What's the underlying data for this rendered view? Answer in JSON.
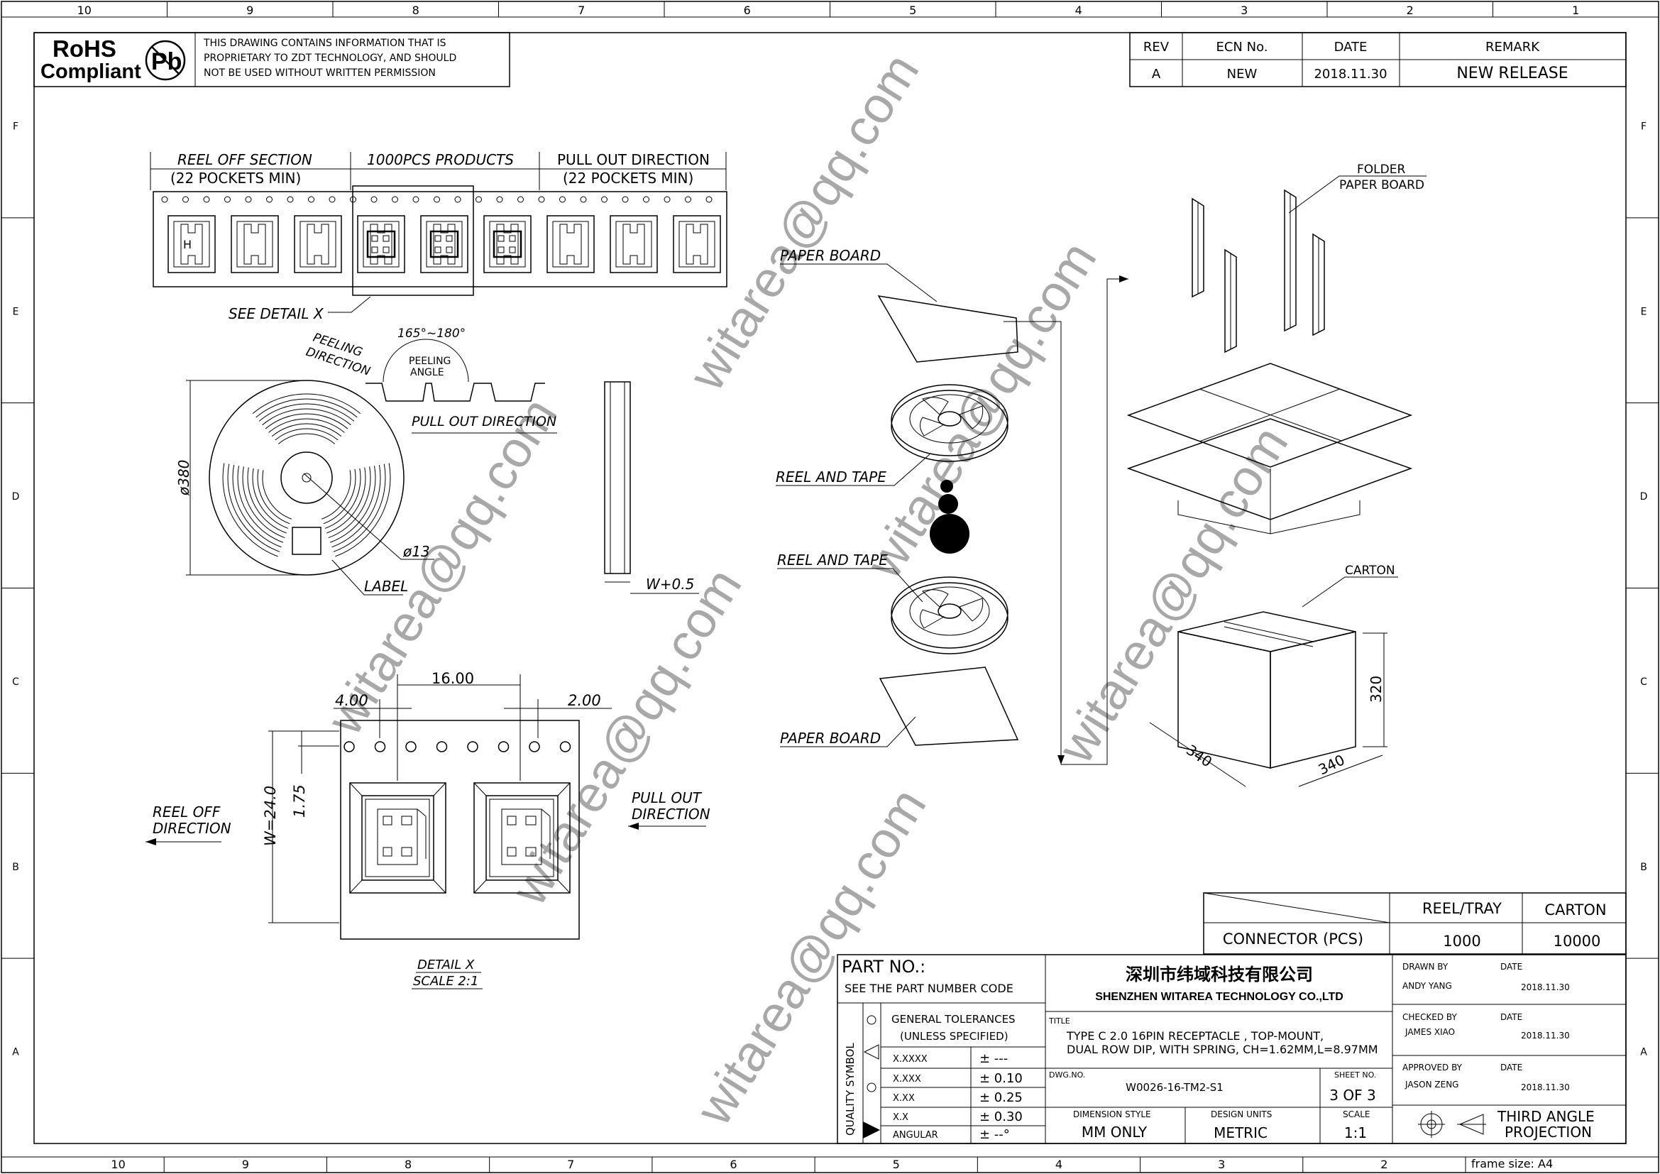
{
  "frame": {
    "top_cols": [
      "10",
      "9",
      "8",
      "7",
      "6",
      "5",
      "4",
      "3",
      "2",
      "1"
    ],
    "bottom_cols": [
      "10",
      "9",
      "8",
      "7",
      "6",
      "5",
      "4",
      "3",
      "2"
    ],
    "rows_left": [
      "F",
      "E",
      "D",
      "C",
      "B",
      "A"
    ],
    "rows_right": [
      "F",
      "E",
      "D",
      "C",
      "B",
      "A"
    ],
    "frame_size": "frame size: A4"
  },
  "header": {
    "rohs_line1": "RoHS",
    "rohs_line2": "Compliant",
    "pb_symbol": "Pb",
    "notice": [
      "THIS DRAWING CONTAINS INFORMATION THAT IS",
      "PROPRIETARY TO  ZDT TECHNOLOGY, AND SHOULD",
      "NOT BE USED WITHOUT WRITTEN PERMISSION"
    ]
  },
  "revision": {
    "headers": [
      "REV",
      "ECN No.",
      "DATE",
      "REMARK"
    ],
    "rows": [
      [
        "A",
        "NEW",
        "2018.11.30",
        "NEW RELEASE"
      ]
    ]
  },
  "tape": {
    "reel_off_section": "REEL OFF SECTION",
    "reel_off_pockets": "(22 POCKETS MIN)",
    "products": "1000PCS PRODUCTS",
    "pull_out": "PULL OUT DIRECTION",
    "pull_out_pockets": "(22 POCKETS MIN)",
    "pocket_mark": "H",
    "see_detail": "SEE DETAIL X"
  },
  "reel": {
    "peeling_direction": [
      "PEELING",
      "DIRECTION"
    ],
    "angle_range": "165°~180°",
    "peeling_angle": [
      "PEELING",
      "ANGLE"
    ],
    "pull_out_direction": "PULL OUT DIRECTION",
    "diameter": "ø380",
    "hub": "ø13",
    "label": "LABEL",
    "width": "W+0.5"
  },
  "detail": {
    "dim_pitch": "16.00",
    "dim_hole_pitch": "4.00",
    "dim_hole_offset": "2.00",
    "dim_width": "W=24.0",
    "dim_edge": "1.75",
    "reel_off": [
      "REEL OFF",
      "DIRECTION"
    ],
    "pull_out": [
      "PULL OUT",
      "DIRECTION"
    ],
    "title": "DETAIL X",
    "scale": "SCALE 2:1"
  },
  "packing": {
    "paper_board_top": "PAPER BOARD",
    "reel_tape_1": "REEL AND TAPE",
    "reel_tape_2": "REEL AND TAPE",
    "paper_board_bottom": "PAPER BOARD",
    "folder": [
      "FOLDER",
      "PAPER BOARD"
    ],
    "carton": "CARTON",
    "dim_height": "320",
    "dim_len": "340",
    "dim_wid": "340"
  },
  "qty_table": {
    "headers": [
      "REEL/TRAY",
      "CARTON"
    ],
    "row_label": "CONNECTOR (PCS)",
    "values": [
      "1000",
      "10000"
    ]
  },
  "title_block": {
    "part_no_label": "PART NO.:",
    "part_no_value": "SEE THE PART NUMBER CODE",
    "company_cn": "深圳市纬域科技有限公司",
    "company_en": "SHENZHEN WITAREA TECHNOLOGY CO.,LTD",
    "title_label": "TITLE",
    "title_lines": [
      "TYPE C 2.0  16PIN RECEPTACLE , TOP-MOUNT,",
      "DUAL ROW DIP, WITH SPRING, CH=1.62MM,L=8.97MM"
    ],
    "tol_title": [
      "GENERAL TOLERANCES",
      "(UNLESS SPECIFIED)"
    ],
    "tol_rows": [
      [
        "X.XXXX",
        "± ---"
      ],
      [
        "X.XXX",
        "± 0.10"
      ],
      [
        "X.XX",
        "± 0.25"
      ],
      [
        "X.X",
        "± 0.30"
      ],
      [
        "ANGULAR",
        "± --°"
      ]
    ],
    "quality_symbol": "QUALITY SYMBOL",
    "dwg_no_label": "DWG.NO.",
    "dwg_no": "W0026-16-TM2-S1",
    "sheet_label": "SHEET NO.",
    "sheet": "3  OF  3",
    "dim_style_label": "DIMENSION STYLE",
    "dim_style": "MM ONLY",
    "units_label": "DESIGN UNITS",
    "units": "METRIC",
    "scale_label": "SCALE",
    "scale": "1:1",
    "drawn_label": "DRAWN BY",
    "drawn_by": "ANDY YANG",
    "checked_label": "CHECKED BY",
    "checked_by": "JAMES XIAO",
    "approved_label": "APPROVED BY",
    "approved_by": "JASON ZENG",
    "date_label": "DATE",
    "drawn_date": "2018.11.30",
    "checked_date": "2018.11.30",
    "approved_date": "2018.11.30",
    "projection": [
      "THIRD ANGLE",
      "PROJECTION"
    ]
  },
  "watermark": "witarea@qq.com"
}
